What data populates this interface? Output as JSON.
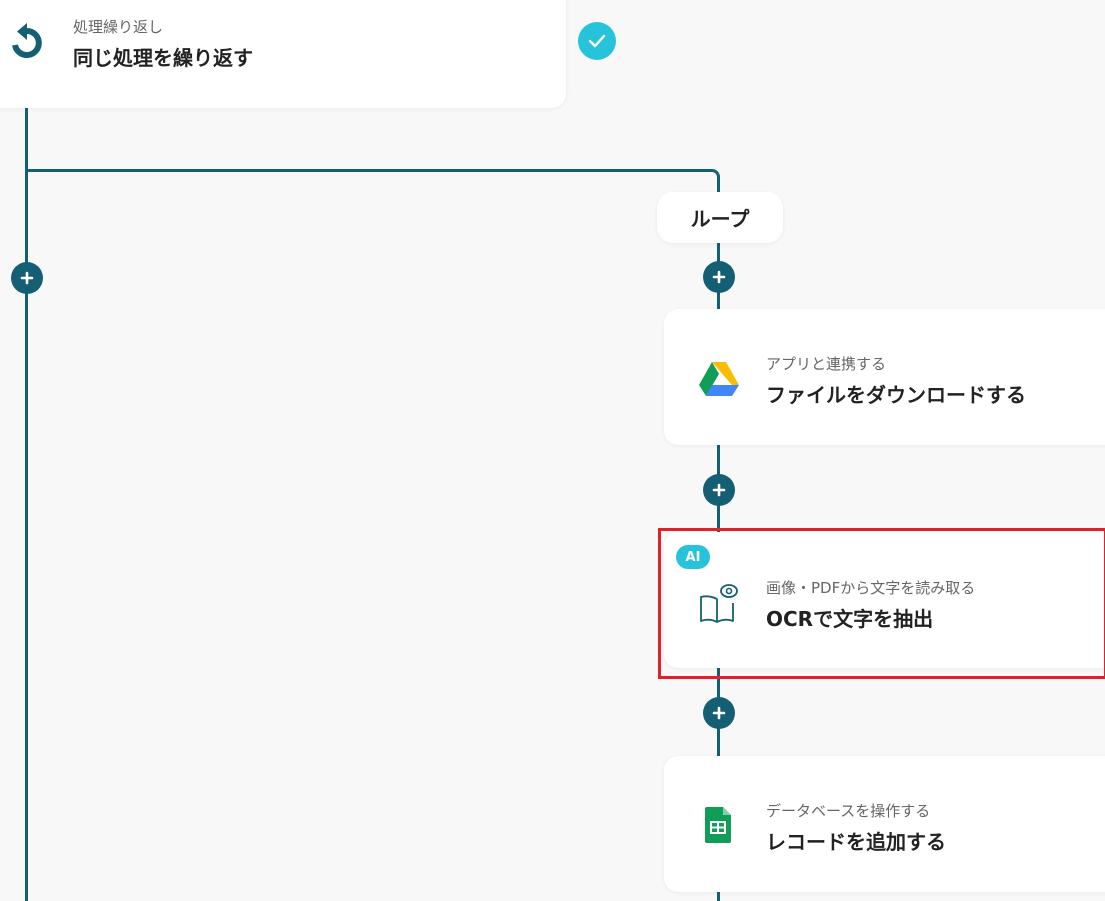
{
  "repeat_node": {
    "subtitle": "処理繰り返し",
    "title": "同じ処理を繰り返す",
    "icon": "refresh-icon",
    "status": "check-icon"
  },
  "loop": {
    "label": "ループ"
  },
  "steps": [
    {
      "subtitle": "アプリと連携する",
      "title": "ファイルをダウンロードする",
      "icon": "google-drive-icon"
    },
    {
      "subtitle": "画像・PDFから文字を読み取る",
      "title": "OCRで文字を抽出",
      "icon": "ocr-book-icon",
      "badge": "AI"
    },
    {
      "subtitle": "データベースを操作する",
      "title": "レコードを追加する",
      "icon": "google-sheets-icon"
    }
  ],
  "colors": {
    "connector": "#145f74",
    "accent": "#27c3db",
    "highlight": "#e0202a"
  }
}
